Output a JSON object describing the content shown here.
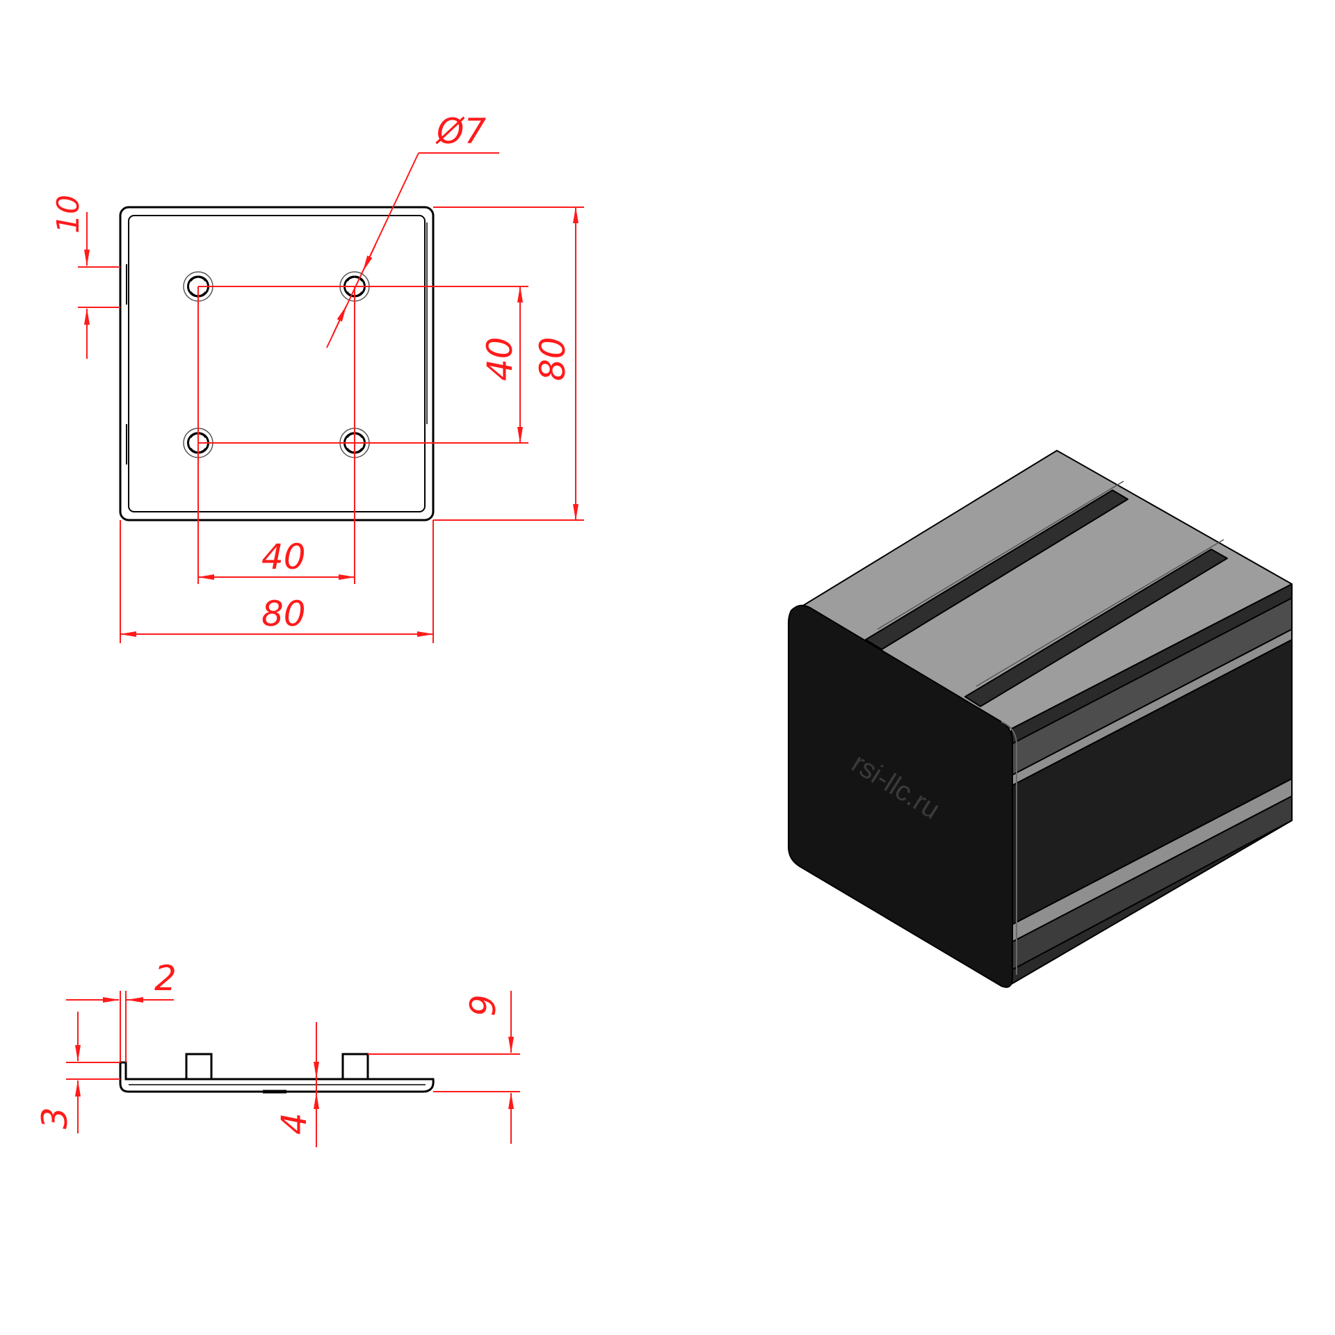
{
  "colors": {
    "dimension": "#ff1a1a",
    "outline": "#000000",
    "background": "#ffffff",
    "cap_face": "#141414",
    "profile_light": "#a6a6a6",
    "profile_dark": "#2e2e2e"
  },
  "top_view": {
    "hole_diameter_label": "Ø7",
    "hole_offset_label": "10",
    "hole_spacing_vertical_label": "40",
    "overall_height_label": "80",
    "hole_spacing_horizontal_label": "40",
    "overall_width_label": "80"
  },
  "side_view": {
    "lip_thickness_label": "2",
    "overall_thickness_label": "9",
    "plate_thickness_label": "3",
    "pin_height_label": "4"
  },
  "iso_view": {
    "logo_text": "rsi-llc.ru"
  }
}
